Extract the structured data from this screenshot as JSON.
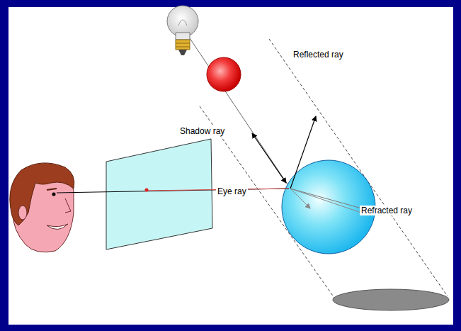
{
  "diagram": {
    "labels": [
      "Reflected ray",
      "Shadow ray",
      "Eye ray",
      "Refracted ray"
    ]
  }
}
